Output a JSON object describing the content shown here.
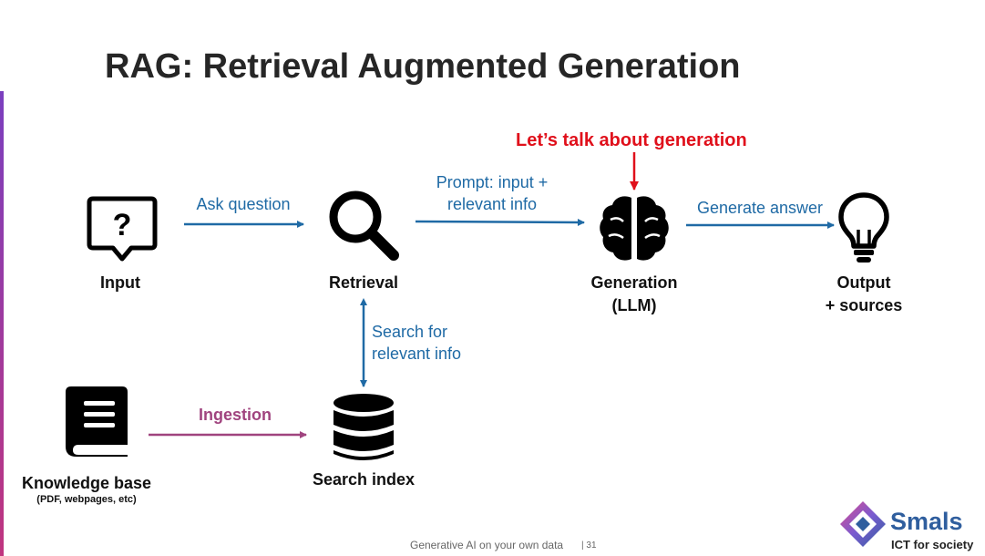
{
  "slide": {
    "title": "RAG: Retrieval Augmented Generation",
    "callout": "Let’s talk about generation"
  },
  "nodes": {
    "input": "Input",
    "retrieval": "Retrieval",
    "generation_line1": "Generation",
    "generation_line2": "(LLM)",
    "output_line1": "Output",
    "output_line2": "+ sources",
    "knowledge_base": "Knowledge base",
    "knowledge_base_sub": "(PDF, webpages, etc)",
    "search_index": "Search index"
  },
  "edges": {
    "ask_question": "Ask question",
    "prompt_line1": "Prompt: input +",
    "prompt_line2": "relevant info",
    "generate_answer": "Generate answer",
    "search_line1": "Search for",
    "search_line2": "relevant info",
    "ingestion": "Ingestion"
  },
  "icons": {
    "input": "question-bubble-icon",
    "retrieval": "magnifier-icon",
    "generation": "brain-icon",
    "output": "lightbulb-icon",
    "knowledge_base": "book-icon",
    "search_index": "database-icon"
  },
  "colors": {
    "flow": "#1f6aa5",
    "ingestion": "#a0447f",
    "callout": "#e0101b",
    "title": "#262626",
    "brand": "#2f5e9e"
  },
  "footer": {
    "text": "Generative AI on your own data",
    "page": "| 31"
  },
  "logo": {
    "name": "Smals",
    "tagline": "ICT for society"
  }
}
